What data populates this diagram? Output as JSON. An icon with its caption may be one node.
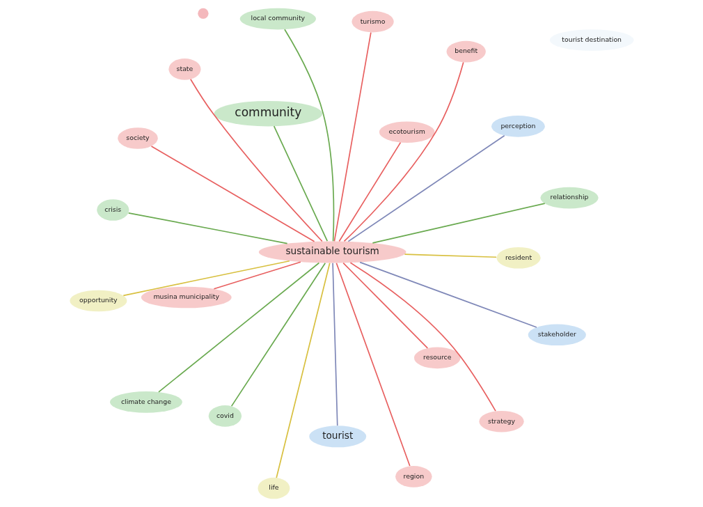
{
  "diagram": {
    "nodes": [
      {
        "text": [
          "opportunity"
        ]
      },
      {
        "text": [
          "resident"
        ]
      },
      {
        "text": [
          "life"
        ]
      },
      {
        "text": [
          "local community"
        ]
      },
      {
        "text": [
          "perception"
        ]
      },
      {
        "text": [
          "community"
        ]
      },
      {
        "text": [
          "climate change"
        ]
      },
      {
        "text": [
          "stakeholder"
        ]
      },
      {
        "text": [
          "covid"
        ]
      },
      {
        "text": [
          "region"
        ]
      },
      {
        "text": [
          "tourist"
        ]
      },
      {
        "text": [
          "crisis"
        ]
      },
      {
        "text": [
          "relationship"
        ]
      },
      {
        "text": [
          "benefit"
        ]
      },
      {
        "text": [
          "turismo"
        ]
      },
      {
        "text": [
          "resource"
        ]
      },
      {
        "text": [
          "strategy"
        ]
      },
      {
        "text": [
          "sustainable tourism"
        ]
      },
      {
        "text": [
          "tourist destination"
        ]
      },
      {
        "text": [],
        "shape": "circle"
      },
      {
        "text": [
          "society"
        ]
      },
      {
        "text": [
          "state"
        ]
      },
      {
        "text": [
          "ecotourism"
        ]
      },
      {
        "text": [
          "musina municipality"
        ]
      }
    ],
    "edges": [
      {
        "from": 17,
        "to": 0,
        "arrow": "none",
        "color": "#d8c040"
      },
      {
        "from": 17,
        "to": 1,
        "arrow": "none",
        "color": "#d8c040"
      },
      {
        "from": 17,
        "to": 2,
        "arrow": "none",
        "color": "#d8c040"
      },
      {
        "from": 17,
        "to": 3,
        "arrow": "none",
        "color": "#6aaa50"
      },
      {
        "from": 17,
        "to": 4,
        "arrow": "none",
        "color": "#7f88b8"
      },
      {
        "from": 17,
        "to": 5,
        "arrow": "none",
        "color": "#6aaa50"
      },
      {
        "from": 17,
        "to": 6,
        "arrow": "none",
        "color": "#6aaa50"
      },
      {
        "from": 17,
        "to": 7,
        "arrow": "none",
        "color": "#7f88b8"
      },
      {
        "from": 17,
        "to": 8,
        "arrow": "none",
        "color": "#6aaa50"
      },
      {
        "from": 17,
        "to": 9,
        "arrow": "none"
      },
      {
        "from": 17,
        "to": 10,
        "arrow": "none",
        "color": "#7f88b8"
      },
      {
        "from": 17,
        "to": 11,
        "arrow": "none",
        "color": "#6aaa50"
      },
      {
        "from": 17,
        "to": 12,
        "arrow": "none",
        "color": "#6aaa50"
      },
      {
        "from": 17,
        "to": 13,
        "arrow": "none"
      },
      {
        "from": 17,
        "to": 14,
        "arrow": "none"
      },
      {
        "from": 17,
        "to": 15,
        "arrow": "none"
      },
      {
        "from": 17,
        "to": 16,
        "arrow": "none"
      },
      {
        "from": 17,
        "to": 20,
        "arrow": "none"
      },
      {
        "from": 17,
        "to": 21,
        "arrow": "none"
      },
      {
        "from": 17,
        "to": 22,
        "arrow": "none"
      },
      {
        "from": 17,
        "to": 23,
        "arrow": "none"
      }
    ]
  }
}
